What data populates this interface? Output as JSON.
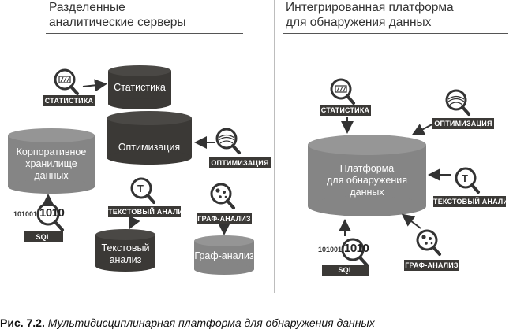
{
  "left": {
    "title_line1": "Разделенные",
    "title_line2": "аналитические серверы",
    "statistics_db": "Статистика",
    "optimization_db": "Оптимизация",
    "warehouse_line1": "Корпоративное",
    "warehouse_line2": "хранилище",
    "warehouse_line3": "данных",
    "text_db_line1": "Текстовый",
    "text_db_line2": "анализ",
    "graph_db": "Граф-анализ",
    "label_statistics": "СТАТИСТИКА",
    "label_optimization": "ОПТИМИЗАЦИЯ",
    "label_text": "ТЕКСТОВЫЙ АНАЛИЗ",
    "label_graph": "ГРАФ-АНАЛИЗ",
    "label_sql": "SQL",
    "binary_prefix": "101001",
    "binary_big": "1010"
  },
  "right": {
    "title_line1": "Интегрированная платформа",
    "title_line2": "для обнаружения данных",
    "platform_line1": "Платформа",
    "platform_line2": "для обнаружения",
    "platform_line3": "данных",
    "label_statistics": "СТАТИСТИКА",
    "label_optimization": "ОПТИМИЗАЦИЯ",
    "label_text": "ТЕКСТОВЫЙ АНАЛИЗ",
    "label_graph": "ГРАФ-АНАЛИЗ",
    "label_sql": "SQL",
    "binary_prefix": "101001",
    "binary_big": "1010"
  },
  "icons": {
    "chart_glyph": "///",
    "text_glyph": "T"
  },
  "caption": {
    "label": "Рис. 7.2.",
    "text": "Мультидисциплинарная платформа для обнаружения данных"
  },
  "colors": {
    "dark": "#3b3936",
    "gray": "#858585",
    "arrow": "#333333"
  }
}
